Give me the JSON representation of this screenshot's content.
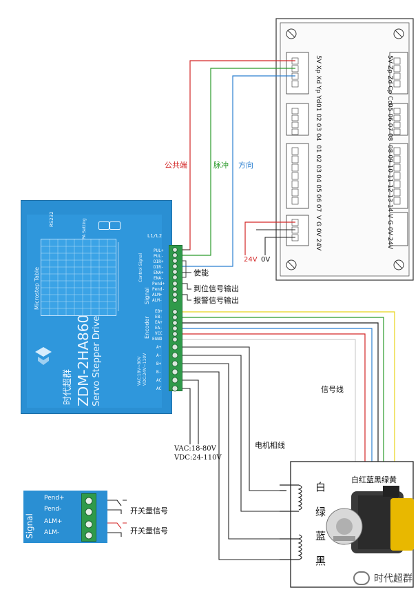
{
  "wire_labels": {
    "common": "公共端",
    "pulse": "脉冲",
    "direction": "方向",
    "v24": "24V",
    "v0": "0V",
    "signal_wire": "信号线",
    "motor_phase_wire": "电机相线",
    "vac": "VAC:18-80V",
    "vdc": "VDC:24-110V",
    "encoder_colors": "白红蓝黑绿黄"
  },
  "drive_side_labels": {
    "enable": "使能",
    "in_position": "到位信号输出",
    "alarm": "报警信号输出"
  },
  "motor_coil_labels": [
    "白",
    "绿",
    "蓝",
    "黑"
  ],
  "driver": {
    "model": "ZDM-2HA860",
    "subtitle": "Servo Stepper Drive",
    "brand": "时代超群",
    "port": "RS232",
    "table_title": "Microstep Table",
    "pa_setting": "PA Setting",
    "header_l1l2": "L1/L2",
    "control_group": "Control Signal",
    "signal_group": "Signal",
    "encoder_group": "Encoder",
    "control_pins": [
      "PUL+",
      "PUL-",
      "DIR+",
      "DIR-",
      "ENA+",
      "ENA-"
    ],
    "signal_pins": [
      "Pend+",
      "Pend-",
      "ALM+",
      "ALM-"
    ],
    "encoder_pins": [
      "EB+",
      "EB-",
      "EA+",
      "EA-",
      "VCC",
      "EGND"
    ],
    "power_pins": [
      "A+",
      "A-",
      "B+",
      "B-",
      "AC",
      "AC"
    ],
    "power_spec": [
      "VAC:18V~80V",
      "VDC:24V~110V"
    ]
  },
  "controller": {
    "row1_left": "5V Xp Xd Yp Yd",
    "row1_right": "5V Zp Zd Cp Cd",
    "row2_left": "01 02 03 04",
    "row2_right": "05 06 07 08",
    "row3_left": "01 02 03 04 05 06 07",
    "row3_right": "08 09 10 11 12 13 14",
    "row4_left": "V G 0V 24V",
    "row4_right": "V G 0V 24V"
  },
  "inset": {
    "group": "Signal",
    "pins": [
      "Pend+",
      "Pend-",
      "ALM+",
      "ALM-"
    ],
    "switch_label_1": "开关量信号",
    "switch_label_2": "开关量信号"
  },
  "watermark": "时代超群",
  "colors": {
    "driver_blue": "#2a8fd3",
    "terminal_green": "#2f9a4a",
    "wire_red": "#d32626",
    "wire_green": "#2a9a2a",
    "wire_blue": "#2b7fd0",
    "wire_yellow": "#e8d41a"
  }
}
